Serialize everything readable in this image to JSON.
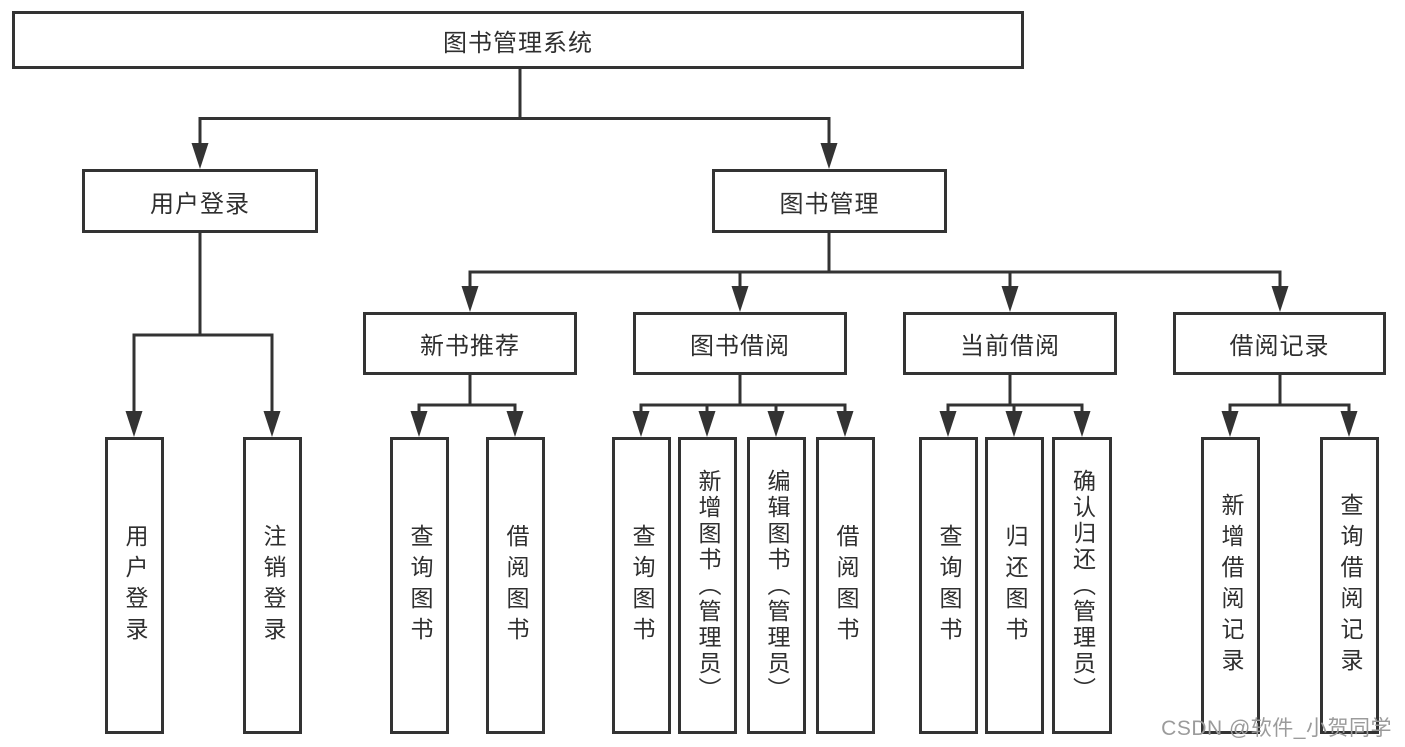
{
  "diagram": {
    "type": "hierarchy-tree",
    "colors": {
      "line": "#333333",
      "box_border": "#333333",
      "text": "#2f2f2f",
      "watermark": "#9b9b9b",
      "background": "#ffffff"
    },
    "tree": {
      "label": "图书管理系统",
      "children": [
        {
          "label": "用户登录",
          "children": [
            {
              "label": "用户登录"
            },
            {
              "label": "注销登录"
            }
          ]
        },
        {
          "label": "图书管理",
          "children": [
            {
              "label": "新书推荐",
              "children": [
                {
                  "label": "查询图书"
                },
                {
                  "label": "借阅图书"
                }
              ]
            },
            {
              "label": "图书借阅",
              "children": [
                {
                  "label": "查询图书"
                },
                {
                  "label": "新增图书（管理员）"
                },
                {
                  "label": "编辑图书（管理员）"
                },
                {
                  "label": "借阅图书"
                }
              ]
            },
            {
              "label": "当前借阅",
              "children": [
                {
                  "label": "查询图书"
                },
                {
                  "label": "归还图书"
                },
                {
                  "label": "确认归还（管理员）"
                }
              ]
            },
            {
              "label": "借阅记录",
              "children": [
                {
                  "label": "新增借阅记录"
                },
                {
                  "label": "查询借阅记录"
                }
              ]
            }
          ]
        }
      ]
    },
    "watermark": "CSDN @软件_小贺同学"
  }
}
